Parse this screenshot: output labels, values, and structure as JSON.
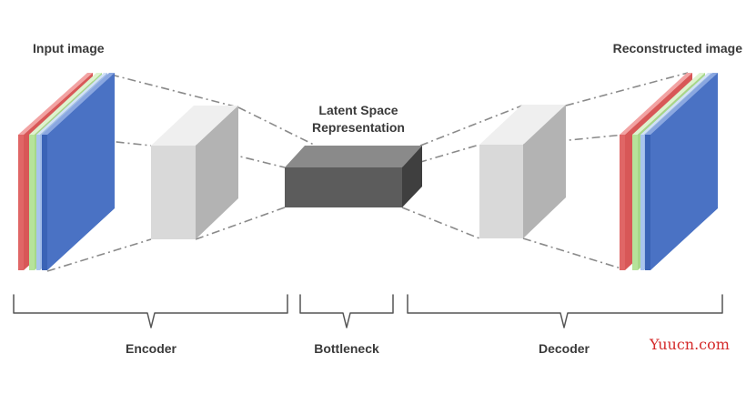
{
  "labels": {
    "input": "Input image",
    "reconstructed": "Reconstructed image",
    "latent_line1": "Latent Space",
    "latent_line2": "Representation"
  },
  "sections": {
    "encoder": "Encoder",
    "bottleneck": "Bottleneck",
    "decoder": "Decoder"
  },
  "watermark": "Yuucn.com",
  "colors": {
    "channel_red": "#e06666",
    "channel_green": "#b6e39a",
    "channel_blue": "#4a72c4",
    "channel_light_blue": "#a9c4ee",
    "light_block": "#d9d9d9",
    "latent_block": "#5c5c5c",
    "watermark": "#d42a2a"
  }
}
